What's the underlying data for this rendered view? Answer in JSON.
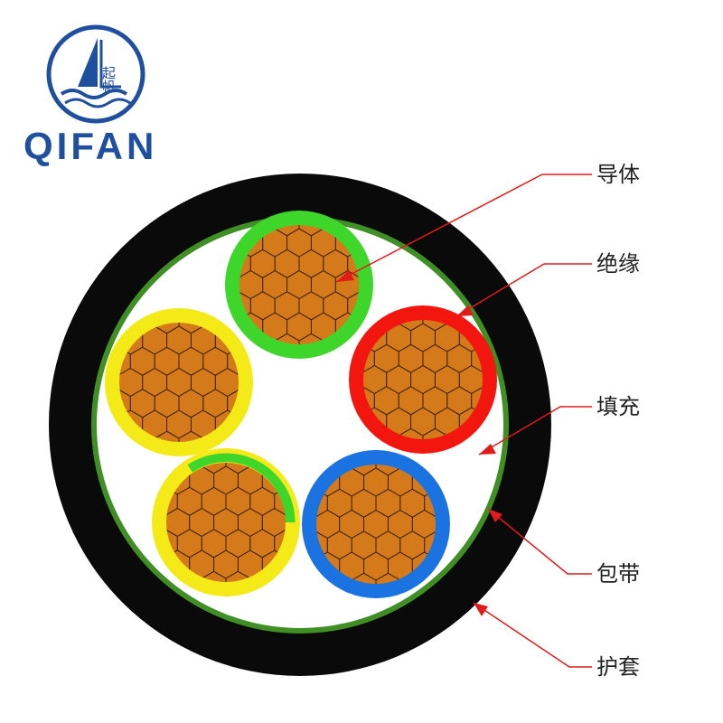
{
  "brand": {
    "name": "QIFAN",
    "logo_chars": "起帆",
    "color": "#1f4f9f"
  },
  "labels": {
    "conductor": "导体",
    "insulation": "绝缘",
    "filler": "填充",
    "wrapping_tape": "包带",
    "sheath": "护套"
  },
  "colors": {
    "sheath": "#0a0a0a",
    "tape": "#3f8f25",
    "filler": "#ffffff",
    "conductor": "#d57a1a",
    "conductor_lines": "#3a2208",
    "leader_line": "#e11a1a",
    "insulation_green": "#3ed62a",
    "insulation_yellow": "#f3ea18",
    "insulation_red": "#f2160f",
    "insulation_blue": "#1a73e0"
  },
  "cores": [
    {
      "name": "green-core",
      "insulation": "green"
    },
    {
      "name": "yellow-core",
      "insulation": "yellow"
    },
    {
      "name": "red-core",
      "insulation": "red"
    },
    {
      "name": "yellow-green-core",
      "insulation": "yellow-green"
    },
    {
      "name": "blue-core",
      "insulation": "blue"
    }
  ]
}
